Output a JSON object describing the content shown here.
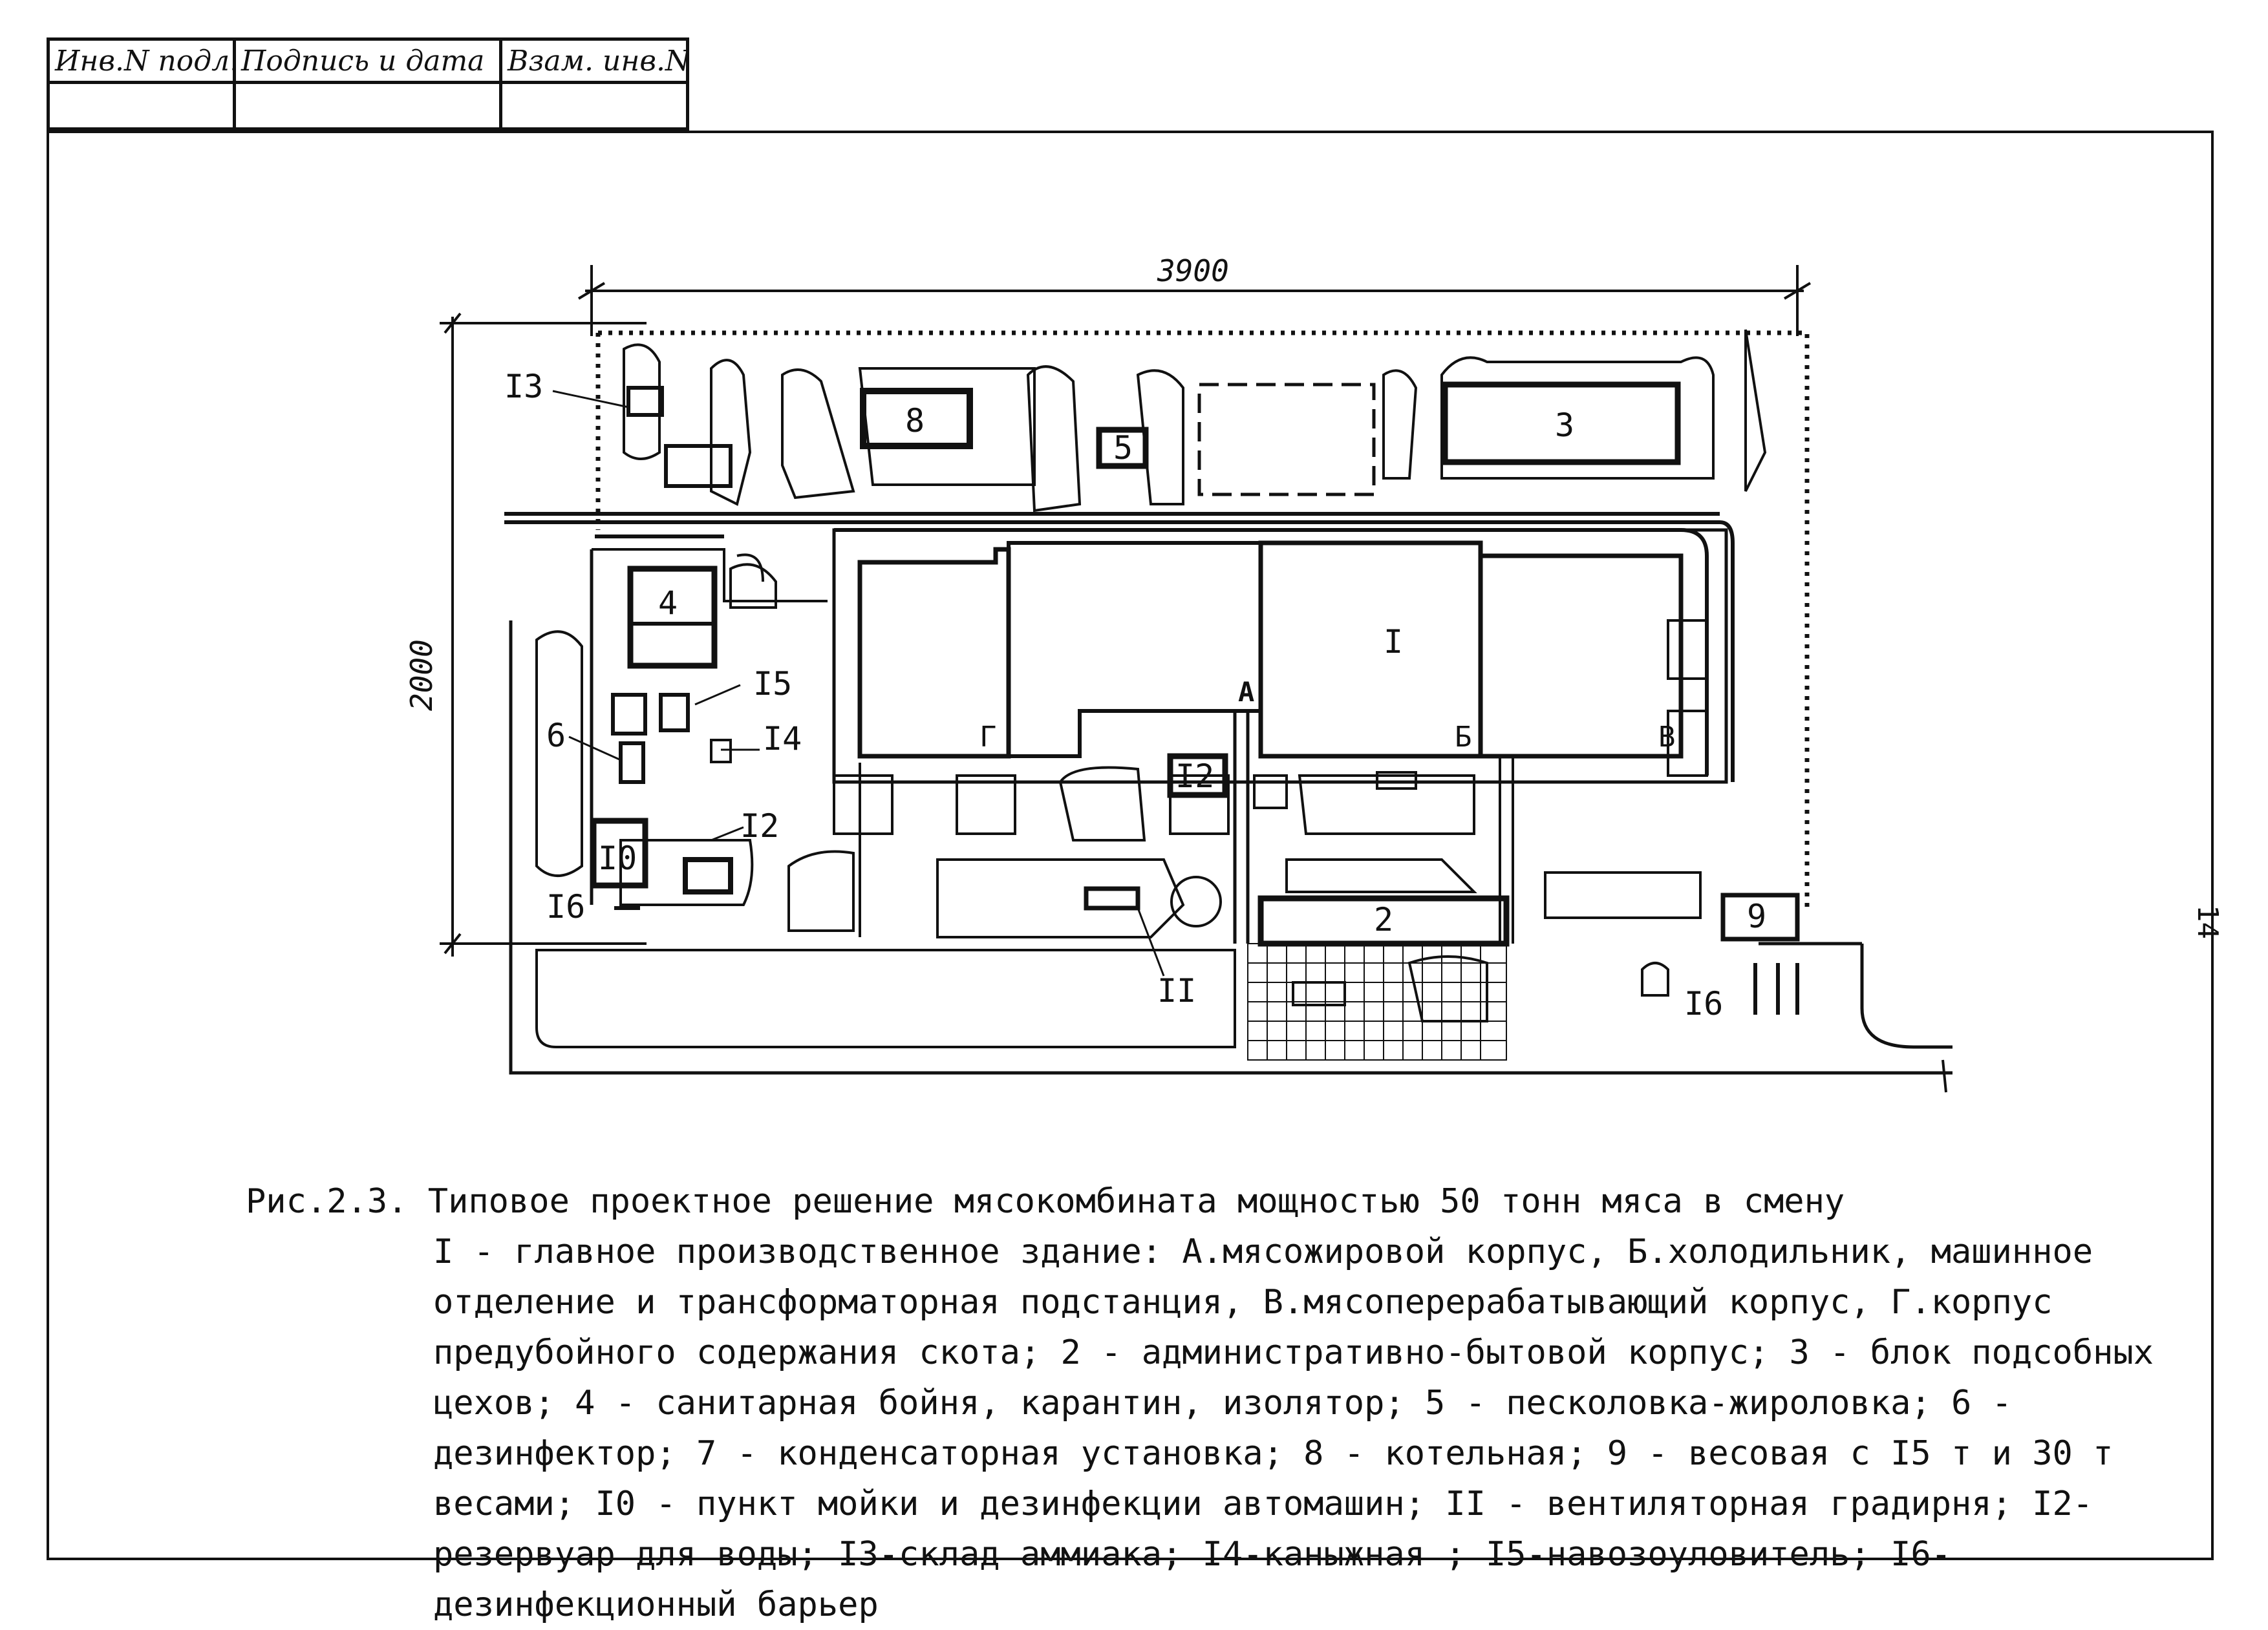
{
  "stamp": {
    "col1": "Инв.N подл.",
    "col2": "Подпись и дата",
    "col3": "Взам. инв.N"
  },
  "page_number": "14",
  "drawing": {
    "dim_width": "3900",
    "dim_height": "2000",
    "labels": {
      "b1": "I",
      "b2": "2",
      "b3": "3",
      "b4": "4",
      "b5": "5",
      "b6": "6",
      "b8": "8",
      "b9": "9",
      "b10": "I0",
      "b11": "II",
      "b12a": "I2",
      "b12b": "I2",
      "b13": "I3",
      "b14": "I4",
      "b15": "I5",
      "b16a": "I6",
      "b16b": "I6",
      "A": "А",
      "B": "Б",
      "V": "В",
      "G": "Г"
    }
  },
  "caption": {
    "title": "Рис.2.3. Типовое проектное решение мясокомбината мощностью 50 тонн мяса в смену",
    "body": "I - главное производственное здание: А.мясожировой корпус, Б.холодильник, машинное отделение и трансформаторная подстанция, В.мясоперерабатывающий корпус, Г.корпус предубойного содержания скота; 2 - административно-бытовой корпус; 3 - блок подсобных цехов; 4 - санитарная бойня, карантин, изолятор; 5 - песколовка-жироловка; 6 - дезинфектор; 7 - конденсаторная установка; 8 - котельная; 9 - весовая с I5 т и 30 т весами; I0 - пункт мойки и дезинфекции автомашин; II - вентиляторная градирня; I2-резервуар для воды; I3-склад аммиака; I4-каныжная ; I5-навозоуловитель; I6-дезинфекционный барьер"
  }
}
